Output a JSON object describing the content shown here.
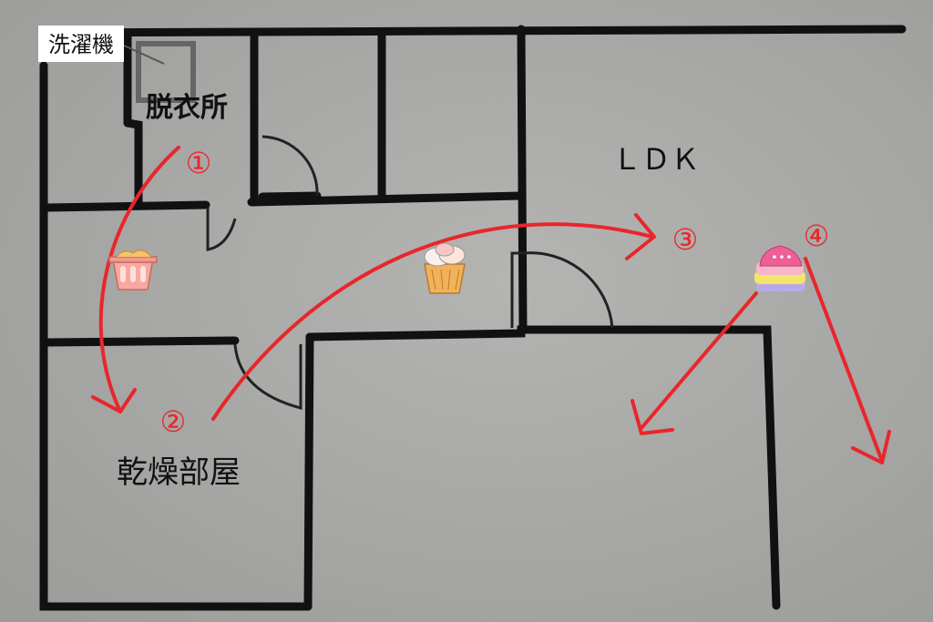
{
  "labels": {
    "washer": "洗濯機",
    "dressing_room": "脱衣所",
    "ldk": "ＬＤＫ",
    "drying_room": "乾燥部屋"
  },
  "steps": [
    "①",
    "②",
    "③",
    "④"
  ],
  "icons": [
    "laundry-basket-icon",
    "clothes-basket-icon",
    "folded-clothes-icon"
  ],
  "colors": {
    "background": "#a9a9a7",
    "wall": "#111111",
    "arrow": "#e8262b"
  }
}
